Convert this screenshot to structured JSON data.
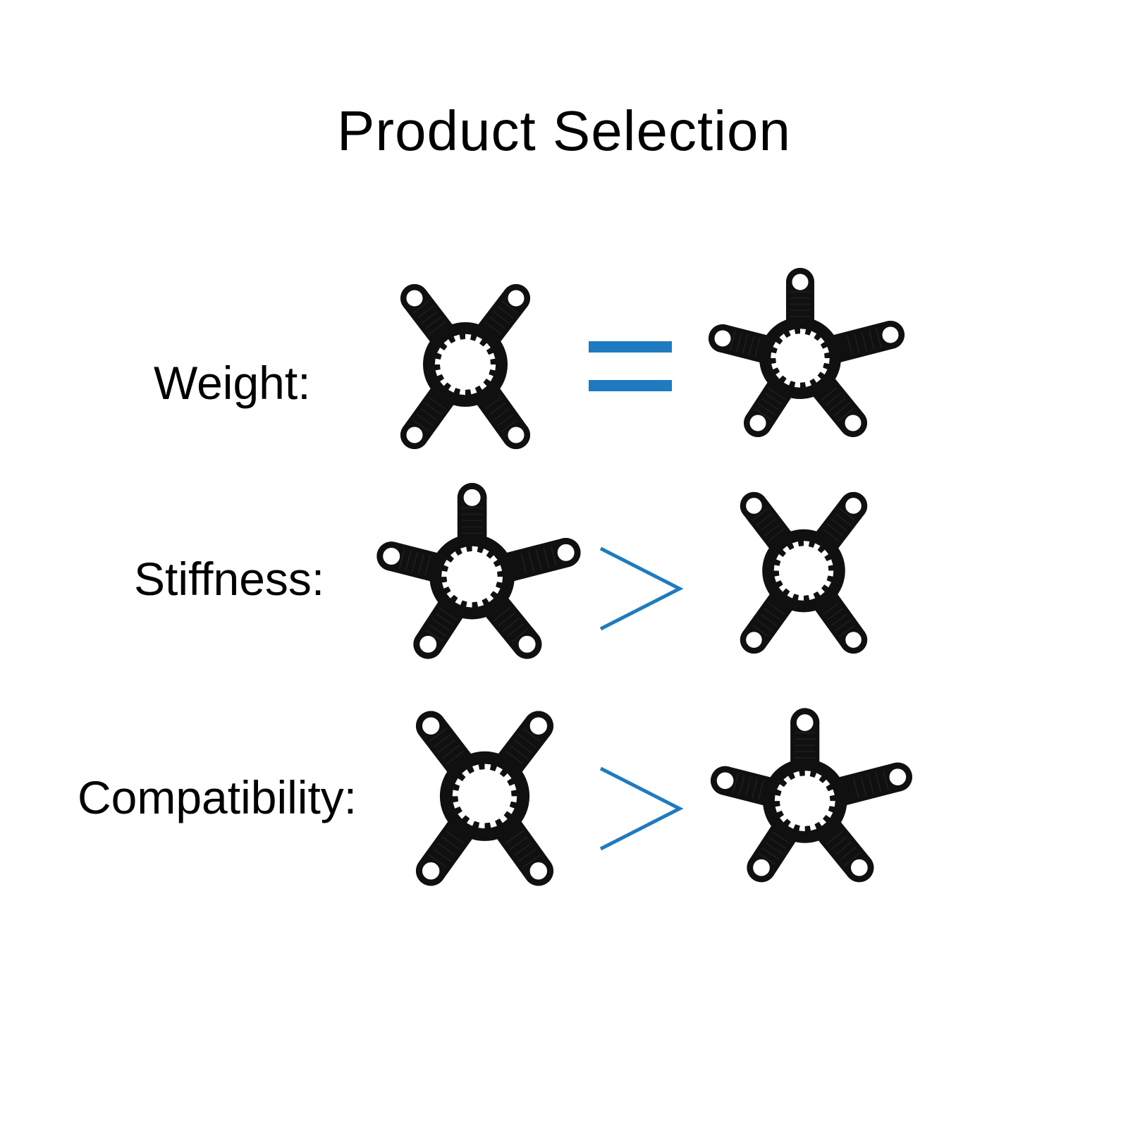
{
  "page": {
    "title": "Product Selection"
  },
  "accent_color": "#1f7bbf",
  "spider_color": "#101010",
  "rows": [
    {
      "label": "Weight:",
      "left": "spider-4-arm",
      "relation": "equals",
      "right": "spider-5-arm"
    },
    {
      "label": "Stiffness:",
      "left": "spider-5-arm",
      "relation": "greater-than",
      "right": "spider-4-arm"
    },
    {
      "label": "Compatibility:",
      "left": "spider-4-arm",
      "relation": "greater-than",
      "right": "spider-5-arm"
    }
  ]
}
